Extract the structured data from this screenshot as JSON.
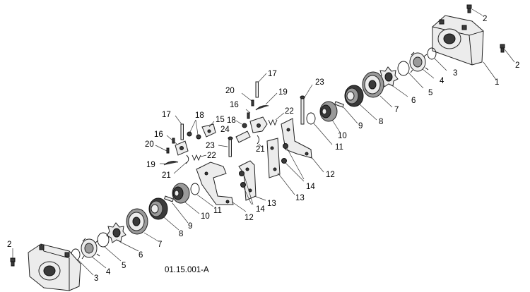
{
  "figure_code": "01.15.001-A",
  "callouts": {
    "c1": "1",
    "c2a": "2",
    "c2b": "2",
    "c2c": "2",
    "c3a": "3",
    "c3b": "3",
    "c4a": "4",
    "c4b": "4",
    "c5a": "5",
    "c5b": "5",
    "c6a": "6",
    "c6b": "6",
    "c7a": "7",
    "c7b": "7",
    "c8a": "8",
    "c8b": "8",
    "c9a": "9",
    "c9b": "9",
    "c10a": "10",
    "c10b": "10",
    "c11a": "11",
    "c11b": "11",
    "c12a": "12",
    "c12b": "12",
    "c13a": "13",
    "c13b": "13",
    "c14a": "14",
    "c14b": "14",
    "c15": "15",
    "c16a": "16",
    "c16b": "16",
    "c17a": "17",
    "c17b": "17",
    "c18a": "18",
    "c18b": "18",
    "c19a": "19",
    "c19b": "19",
    "c20a": "20",
    "c20b": "20",
    "c21a": "21",
    "c21b": "21",
    "c22a": "22",
    "c22b": "22",
    "c23a": "23",
    "c23b": "23",
    "c24": "24"
  }
}
